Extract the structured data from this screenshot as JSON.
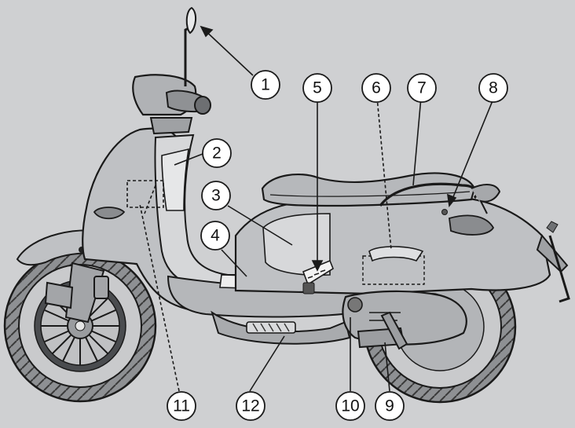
{
  "figure": {
    "background": "#cfd0d2",
    "body_fill": "#bfc1c4",
    "body_shadow": "#a9abae",
    "line_color": "#1a1a1a",
    "callout_fill": "#ffffff"
  },
  "callouts": [
    {
      "id": 1,
      "label": "1"
    },
    {
      "id": 2,
      "label": "2"
    },
    {
      "id": 3,
      "label": "3"
    },
    {
      "id": 4,
      "label": "4"
    },
    {
      "id": 5,
      "label": "5"
    },
    {
      "id": 6,
      "label": "6"
    },
    {
      "id": 7,
      "label": "7"
    },
    {
      "id": 8,
      "label": "8"
    },
    {
      "id": 9,
      "label": "9"
    },
    {
      "id": 10,
      "label": "10"
    },
    {
      "id": 11,
      "label": "11"
    },
    {
      "id": 12,
      "label": "12"
    }
  ]
}
